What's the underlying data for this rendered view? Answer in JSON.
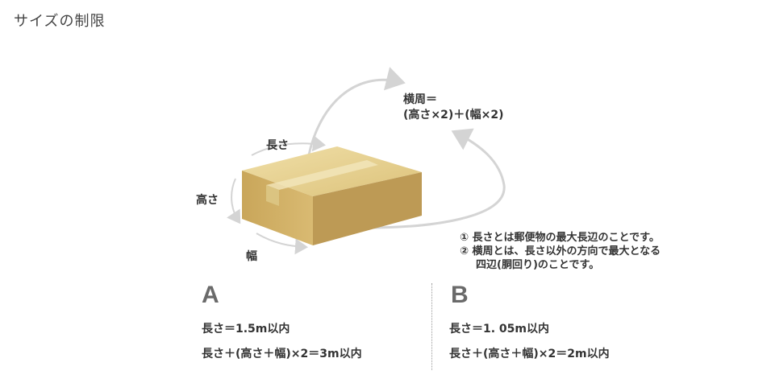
{
  "page": {
    "title": "サイズの制限"
  },
  "diagram": {
    "girth_title": "横周＝",
    "girth_formula": "(高さ×2)＋(幅×2)",
    "label_length": "長さ",
    "label_height": "高さ",
    "label_width": "幅",
    "notes": [
      "① 長さとは郵便物の最大長辺のことです。",
      "② 横周とは、長さ以外の方向で最大となる",
      "四辺(胴回り)のことです。"
    ],
    "colors": {
      "box_top": "#e6d08f",
      "box_front": "#cfae63",
      "box_side": "#b89550",
      "arrow": "#d4d4d4"
    }
  },
  "options": {
    "a": {
      "letter": "A",
      "rule1": "長さ＝1.5m以内",
      "rule2": "長さ＋(高さ＋幅)×2＝3m以内"
    },
    "b": {
      "letter": "B",
      "rule1": "長さ＝1. 05m以内",
      "rule2": "長さ＋(高さ＋幅)×2＝2m以内"
    }
  }
}
